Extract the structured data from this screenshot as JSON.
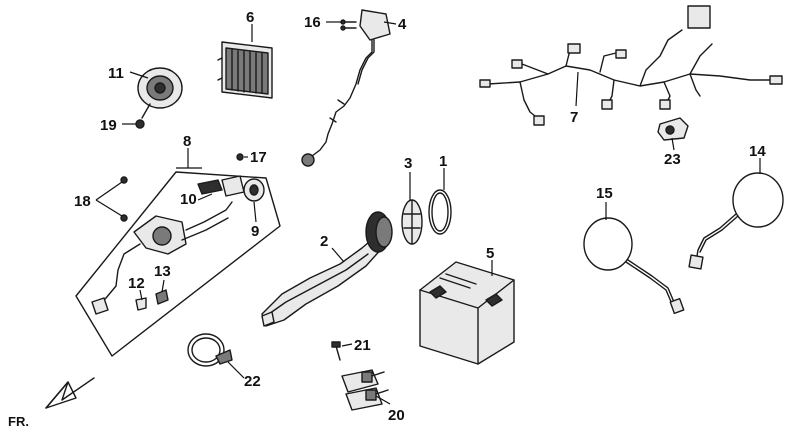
{
  "callouts": {
    "c1": "1",
    "c2": "2",
    "c3": "3",
    "c4": "4",
    "c5": "5",
    "c6": "6",
    "c7": "7",
    "c8": "8",
    "c9": "9",
    "c10": "10",
    "c11": "11",
    "c12": "12",
    "c13": "13",
    "c14": "14",
    "c15": "15",
    "c16": "16",
    "c17": "17",
    "c18": "18",
    "c19": "19",
    "c20": "20",
    "c21": "21",
    "c22": "22",
    "c23": "23"
  },
  "direction": {
    "label": "FR."
  }
}
